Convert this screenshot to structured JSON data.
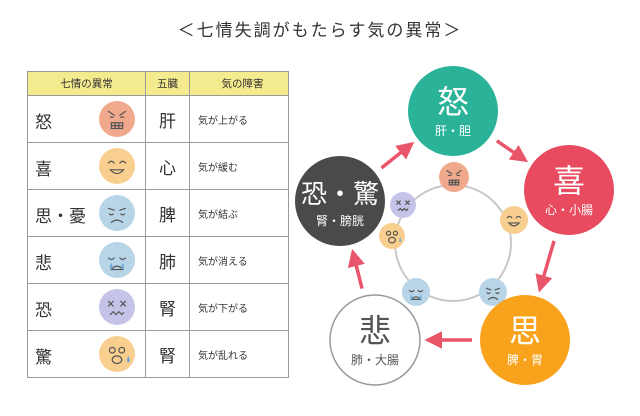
{
  "title": "＜七情失調がもたらす気の異常＞",
  "table": {
    "headers": [
      "七情の異常",
      "五臓",
      "気の障害"
    ],
    "rows": [
      {
        "emotion": "怒",
        "organ": "肝",
        "effect": "気が上がる",
        "face_color": "#f0a98c",
        "face": "angry"
      },
      {
        "emotion": "喜",
        "organ": "心",
        "effect": "気が緩む",
        "face_color": "#f8cf8e",
        "face": "happy"
      },
      {
        "emotion": "思・憂",
        "organ": "脾",
        "effect": "気が結ぶ",
        "face_color": "#b8d5e8",
        "face": "worried"
      },
      {
        "emotion": "悲",
        "organ": "肺",
        "effect": "気が消える",
        "face_color": "#b8d5e8",
        "face": "crying"
      },
      {
        "emotion": "恐",
        "organ": "腎",
        "effect": "気が下がる",
        "face_color": "#c5c3e8",
        "face": "scared"
      },
      {
        "emotion": "驚",
        "organ": "腎",
        "effect": "気が乱れる",
        "face_color": "#f8cf8e",
        "face": "shocked"
      }
    ]
  },
  "diagram": {
    "nodes": [
      {
        "big": "怒",
        "small": "肝・胆",
        "color": "#2bb39a"
      },
      {
        "big": "喜",
        "small": "心・小腸",
        "color": "#e84a5f"
      },
      {
        "big": "思",
        "small": "脾・胃",
        "color": "#f9a21b"
      },
      {
        "big": "悲",
        "small": "肺・大腸",
        "color": "#ffffff"
      },
      {
        "big": "恐・驚",
        "small": "腎・膀胱",
        "color": "#4a4a4a"
      }
    ],
    "arrow_color": "#e9566a"
  }
}
